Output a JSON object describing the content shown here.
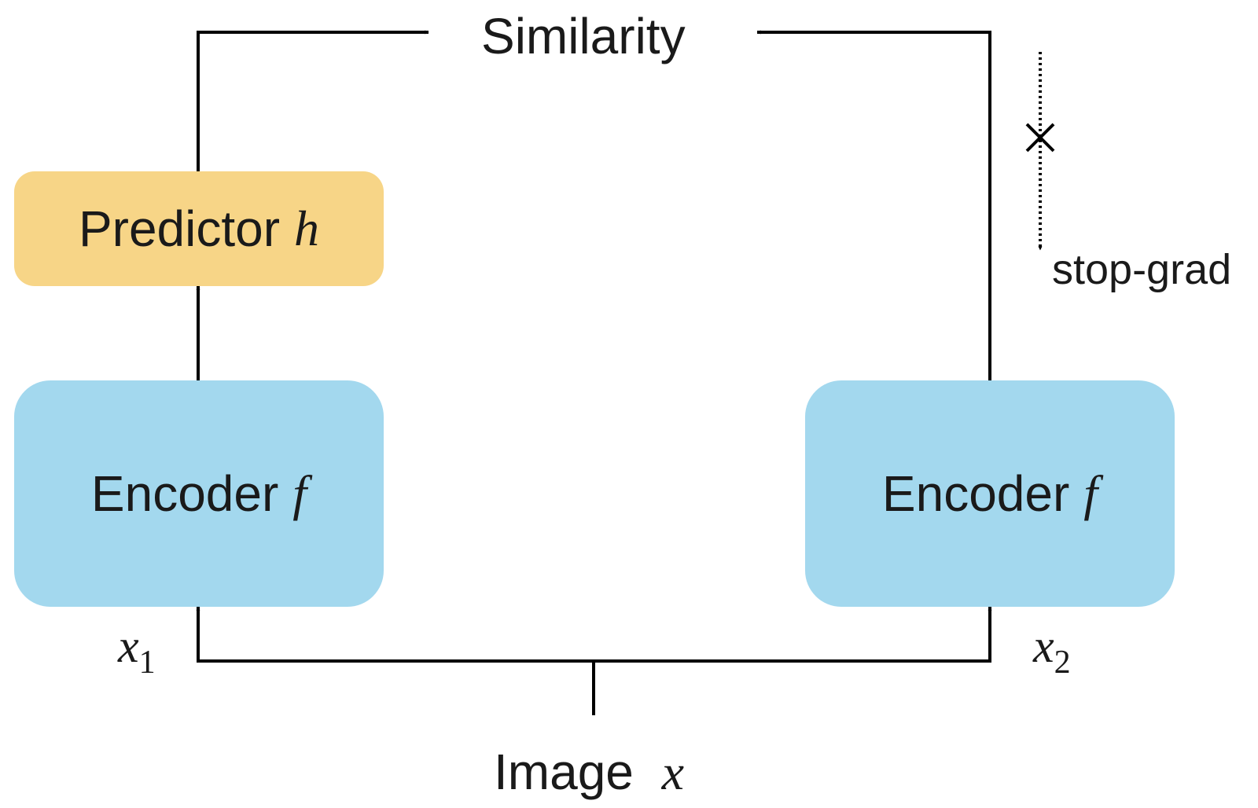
{
  "title": "Similarity",
  "predictor": {
    "label": "Predictor",
    "symbol": "h"
  },
  "encoder_left": {
    "label": "Encoder",
    "symbol": "f"
  },
  "encoder_right": {
    "label": "Encoder",
    "symbol": "f"
  },
  "stop_grad": "stop-grad",
  "input": {
    "label": "Image",
    "symbol": "x"
  },
  "views": {
    "left": {
      "base": "x",
      "sub": "1"
    },
    "right": {
      "base": "x",
      "sub": "2"
    }
  },
  "colors": {
    "predictor_fill": "#F7D587",
    "encoder_fill": "#A3D8EE",
    "line": "#000000",
    "text": "#1a1a1a"
  }
}
